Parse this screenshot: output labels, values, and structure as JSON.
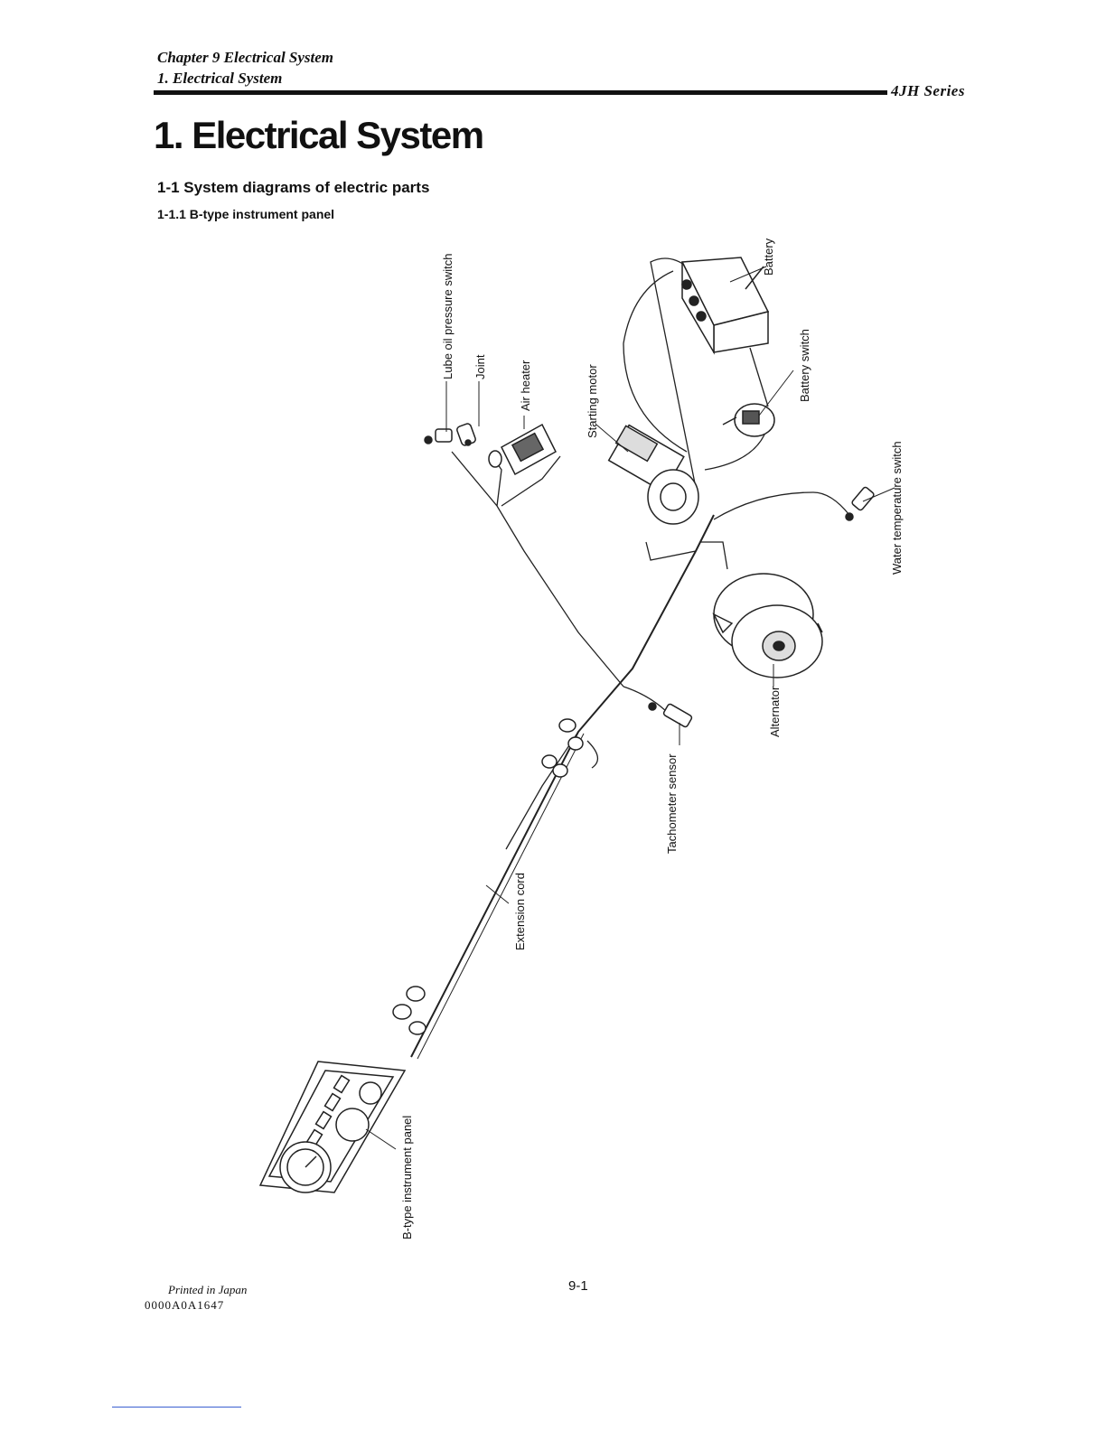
{
  "header": {
    "chapter": "Chapter 9 Electrical System",
    "section": "1. Electrical System",
    "series": "4JH Series"
  },
  "title": "1. Electrical System",
  "subheading": "1-1 System diagrams of electric parts",
  "subsubheading": "1-1.1 B-type instrument panel",
  "diagram": {
    "labels": {
      "lube_oil": "Lube oil pressure switch",
      "joint": "Joint",
      "air_heater": "Air heater",
      "starting_motor": "Starting motor",
      "battery": "Battery",
      "battery_switch": "Battery switch",
      "water_temp": "Water temperature switch",
      "alternator": "Alternator",
      "tachometer": "Tachometer sensor",
      "extension": "Extension cord",
      "panel": "B-type instrument panel"
    }
  },
  "footer": {
    "printed": "Printed in Japan",
    "code": "0000A0A1647",
    "page": "9-1"
  }
}
